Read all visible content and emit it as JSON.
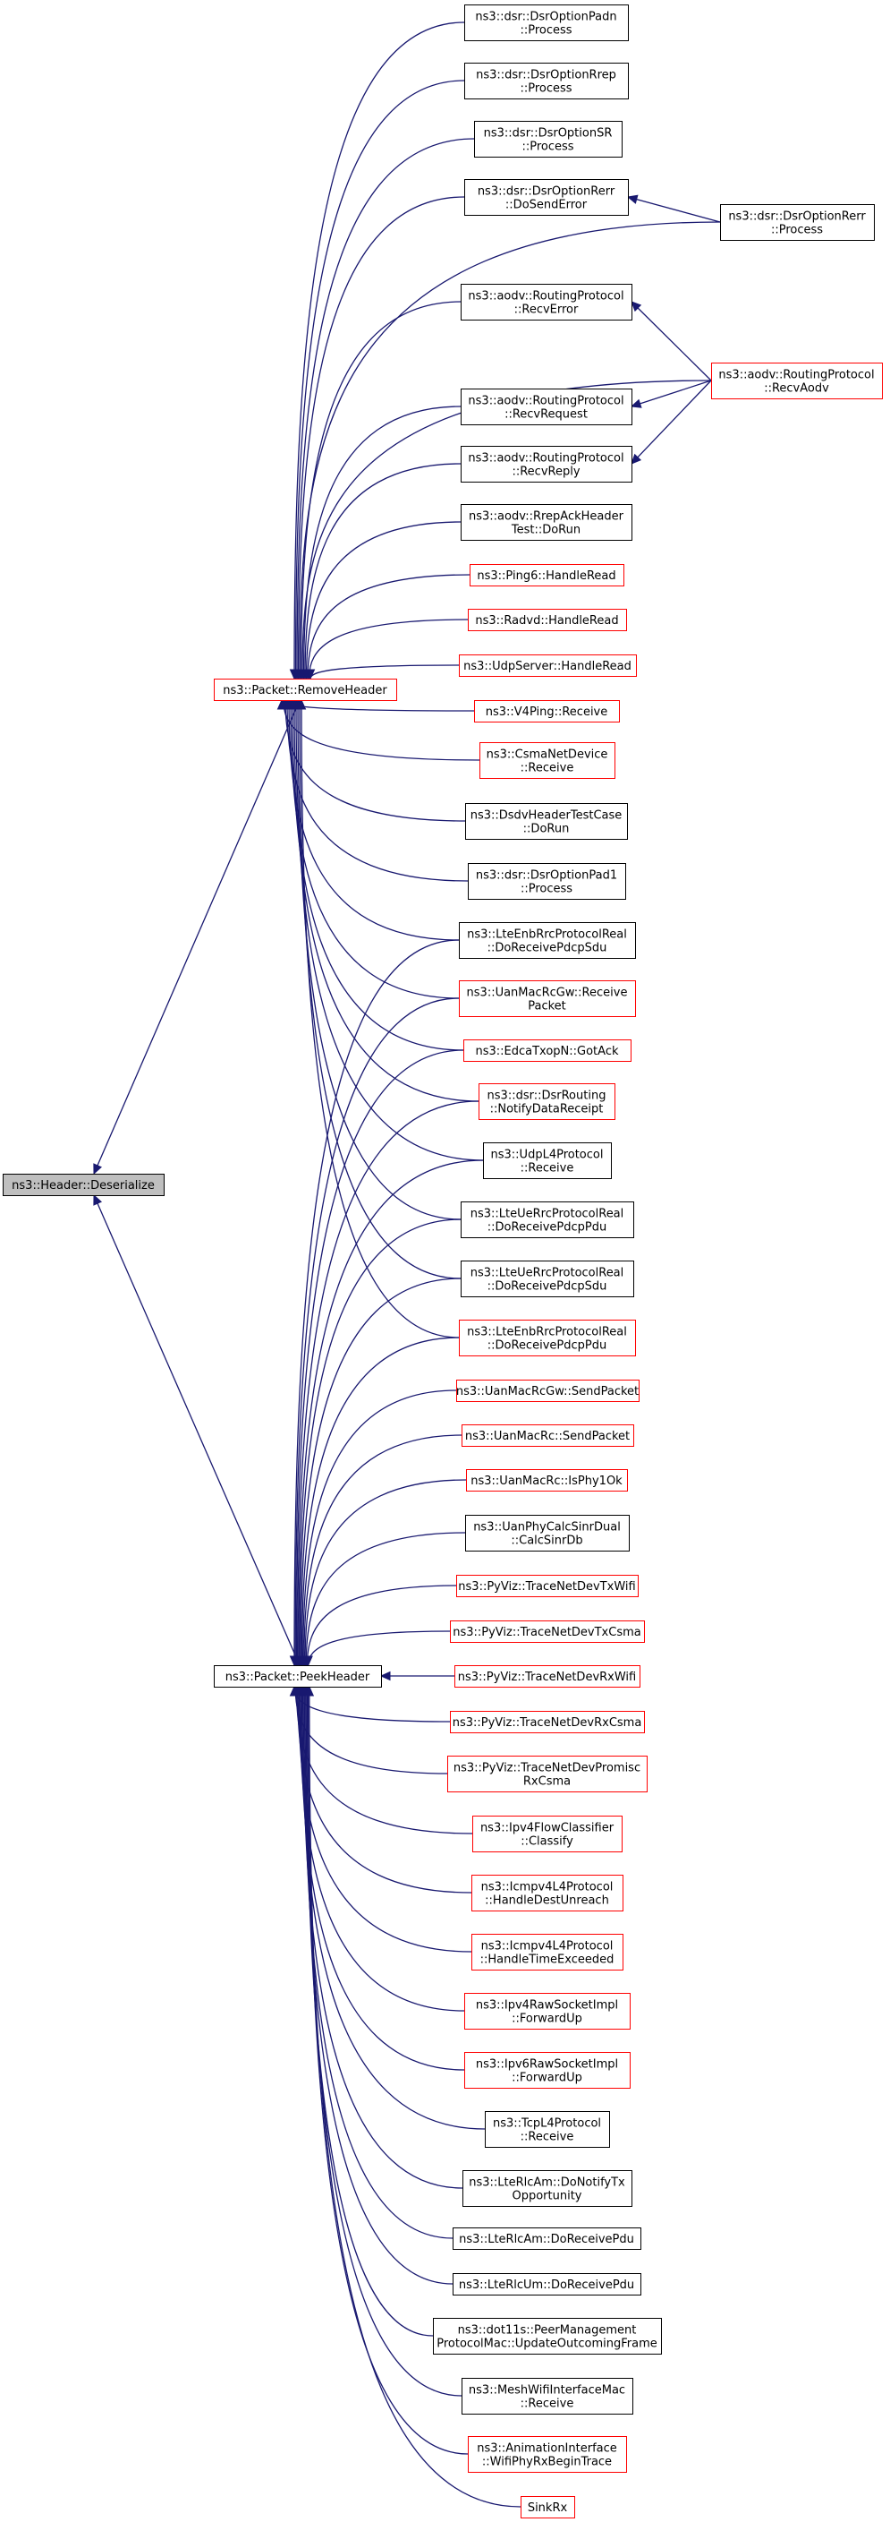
{
  "colors": {
    "edge": "#191970",
    "border_red": "#ff0000",
    "border_black": "#000000",
    "root_fill": "#bfbfbf"
  },
  "nodes": [
    {
      "id": "deserialize",
      "lines": [
        "ns3::Header::Deserialize"
      ],
      "border": "black",
      "fill": "gray"
    },
    {
      "id": "remove",
      "lines": [
        "ns3::Packet::RemoveHeader"
      ],
      "border": "red"
    },
    {
      "id": "peek",
      "lines": [
        "ns3::Packet::PeekHeader"
      ],
      "border": "black"
    },
    {
      "id": "padn",
      "lines": [
        "ns3::dsr::DsrOptionPadn",
        "::Process"
      ],
      "border": "black"
    },
    {
      "id": "rrep",
      "lines": [
        "ns3::dsr::DsrOptionRrep",
        "::Process"
      ],
      "border": "black"
    },
    {
      "id": "sr",
      "lines": [
        "ns3::dsr::DsrOptionSR",
        "::Process"
      ],
      "border": "black"
    },
    {
      "id": "rerrsend",
      "lines": [
        "ns3::dsr::DsrOptionRerr",
        "::DoSendError"
      ],
      "border": "black"
    },
    {
      "id": "rerrproc",
      "lines": [
        "ns3::dsr::DsrOptionRerr",
        "::Process"
      ],
      "border": "black"
    },
    {
      "id": "recverror",
      "lines": [
        "ns3::aodv::RoutingProtocol",
        "::RecvError"
      ],
      "border": "black"
    },
    {
      "id": "recvaodv",
      "lines": [
        "ns3::aodv::RoutingProtocol",
        "::RecvAodv"
      ],
      "border": "red"
    },
    {
      "id": "recvrequest",
      "lines": [
        "ns3::aodv::RoutingProtocol",
        "::RecvRequest"
      ],
      "border": "black"
    },
    {
      "id": "recvreply",
      "lines": [
        "ns3::aodv::RoutingProtocol",
        "::RecvReply"
      ],
      "border": "black"
    },
    {
      "id": "rrepack",
      "lines": [
        "ns3::aodv::RrepAckHeader",
        "Test::DoRun"
      ],
      "border": "black"
    },
    {
      "id": "ping6",
      "lines": [
        "ns3::Ping6::HandleRead"
      ],
      "border": "red"
    },
    {
      "id": "radvd",
      "lines": [
        "ns3::Radvd::HandleRead"
      ],
      "border": "red"
    },
    {
      "id": "udpserver",
      "lines": [
        "ns3::UdpServer::HandleRead"
      ],
      "border": "red"
    },
    {
      "id": "v4ping",
      "lines": [
        "ns3::V4Ping::Receive"
      ],
      "border": "red"
    },
    {
      "id": "csma",
      "lines": [
        "ns3::CsmaNetDevice",
        "::Receive"
      ],
      "border": "red"
    },
    {
      "id": "dsdv",
      "lines": [
        "ns3::DsdvHeaderTestCase",
        "::DoRun"
      ],
      "border": "black"
    },
    {
      "id": "pad1",
      "lines": [
        "ns3::dsr::DsrOptionPad1",
        "::Process"
      ],
      "border": "black"
    },
    {
      "id": "lteenbsdu",
      "lines": [
        "ns3::LteEnbRrcProtocolReal",
        "::DoReceivePdcpSdu"
      ],
      "border": "black"
    },
    {
      "id": "uanrcgwrecv",
      "lines": [
        "ns3::UanMacRcGw::Receive",
        "Packet"
      ],
      "border": "red"
    },
    {
      "id": "edca",
      "lines": [
        "ns3::EdcaTxopN::GotAck"
      ],
      "border": "red"
    },
    {
      "id": "dsrrouting",
      "lines": [
        "ns3::dsr::DsrRouting",
        "::NotifyDataReceipt"
      ],
      "border": "red"
    },
    {
      "id": "udpl4",
      "lines": [
        "ns3::UdpL4Protocol",
        "::Receive"
      ],
      "border": "black"
    },
    {
      "id": "lteuepdu",
      "lines": [
        "ns3::LteUeRrcProtocolReal",
        "::DoReceivePdcpPdu"
      ],
      "border": "black"
    },
    {
      "id": "ltauesdu",
      "lines": [
        "ns3::LteUeRrcProtocolReal",
        "::DoReceivePdcpSdu"
      ],
      "border": "black"
    },
    {
      "id": "lteenbpdu",
      "lines": [
        "ns3::LteEnbRrcProtocolReal",
        "::DoReceivePdcpPdu"
      ],
      "border": "red"
    },
    {
      "id": "uanrcgwsend",
      "lines": [
        "ns3::UanMacRcGw::SendPacket"
      ],
      "border": "red"
    },
    {
      "id": "uanrcsend",
      "lines": [
        "ns3::UanMacRc::SendPacket"
      ],
      "border": "red"
    },
    {
      "id": "uanrcphy",
      "lines": [
        "ns3::UanMacRc::IsPhy1Ok"
      ],
      "border": "red"
    },
    {
      "id": "sinrdual",
      "lines": [
        "ns3::UanPhyCalcSinrDual",
        "::CalcSinrDb"
      ],
      "border": "black"
    },
    {
      "id": "pvtxwifi",
      "lines": [
        "ns3::PyViz::TraceNetDevTxWifi"
      ],
      "border": "red"
    },
    {
      "id": "pvtxcsma",
      "lines": [
        "ns3::PyViz::TraceNetDevTxCsma"
      ],
      "border": "red"
    },
    {
      "id": "pvrxwifi",
      "lines": [
        "ns3::PyViz::TraceNetDevRxWifi"
      ],
      "border": "red"
    },
    {
      "id": "pvrxcsma",
      "lines": [
        "ns3::PyViz::TraceNetDevRxCsma"
      ],
      "border": "red"
    },
    {
      "id": "pvpromisc",
      "lines": [
        "ns3::PyViz::TraceNetDevPromisc",
        "RxCsma"
      ],
      "border": "red"
    },
    {
      "id": "ipv4flow",
      "lines": [
        "ns3::Ipv4FlowClassifier",
        "::Classify"
      ],
      "border": "red"
    },
    {
      "id": "icmpunreach",
      "lines": [
        "ns3::Icmpv4L4Protocol",
        "::HandleDestUnreach"
      ],
      "border": "red"
    },
    {
      "id": "icmptime",
      "lines": [
        "ns3::Icmpv4L4Protocol",
        "::HandleTimeExceeded"
      ],
      "border": "red"
    },
    {
      "id": "ipv4raw",
      "lines": [
        "ns3::Ipv4RawSocketImpl",
        "::ForwardUp"
      ],
      "border": "red"
    },
    {
      "id": "ipv6raw",
      "lines": [
        "ns3::Ipv6RawSocketImpl",
        "::ForwardUp"
      ],
      "border": "red"
    },
    {
      "id": "tcpl4",
      "lines": [
        "ns3::TcpL4Protocol",
        "::Receive"
      ],
      "border": "black"
    },
    {
      "id": "rlcnotify",
      "lines": [
        "ns3::LteRlcAm::DoNotifyTx",
        "Opportunity"
      ],
      "border": "black"
    },
    {
      "id": "rlcam",
      "lines": [
        "ns3::LteRlcAm::DoReceivePdu"
      ],
      "border": "black"
    },
    {
      "id": "rlcum",
      "lines": [
        "ns3::LteRlcUm::DoReceivePdu"
      ],
      "border": "black"
    },
    {
      "id": "peermgmt",
      "lines": [
        "ns3::dot11s::PeerManagement",
        "ProtocolMac::UpdateOutcomingFrame"
      ],
      "border": "black"
    },
    {
      "id": "meshwifi",
      "lines": [
        "ns3::MeshWifiInterfaceMac",
        "::Receive"
      ],
      "border": "black"
    },
    {
      "id": "animation",
      "lines": [
        "ns3::AnimationInterface",
        "::WifiPhyRxBeginTrace"
      ],
      "border": "red"
    },
    {
      "id": "sinkrx",
      "lines": [
        "SinkRx"
      ],
      "border": "red"
    }
  ]
}
